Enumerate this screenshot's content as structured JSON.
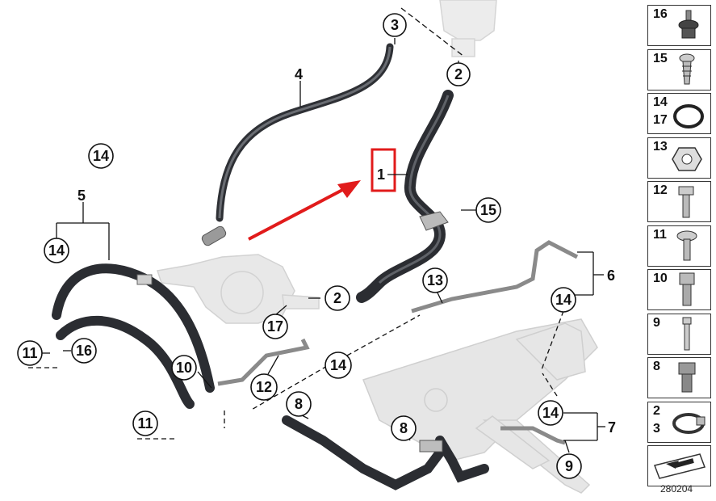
{
  "callouts": {
    "c3": "3",
    "c2a": "2",
    "c4": "4",
    "c14a": "14",
    "c1": "1",
    "c5": "5",
    "c15": "15",
    "c14b": "14",
    "c2b": "2",
    "c13": "13",
    "c6": "6",
    "c14c": "14",
    "c17": "17",
    "c11a": "11",
    "c16": "16",
    "c10": "10",
    "c14d": "14",
    "c12": "12",
    "c8a": "8",
    "c11b": "11",
    "c8b": "8",
    "c14e": "14",
    "c7": "7",
    "c9": "9"
  },
  "legend": {
    "p16": "16",
    "p15": "15",
    "p14": "14",
    "p17": "17",
    "p13": "13",
    "p12": "12",
    "p11": "11",
    "p10": "10",
    "p9": "9",
    "p8": "8",
    "p2": "2",
    "p3": "3"
  },
  "reference_number": "280204",
  "colors": {
    "hose": "#3d3f44",
    "highlight": "#e11b1b",
    "ghost_part": "#e2e2e2",
    "line": "#111111"
  }
}
